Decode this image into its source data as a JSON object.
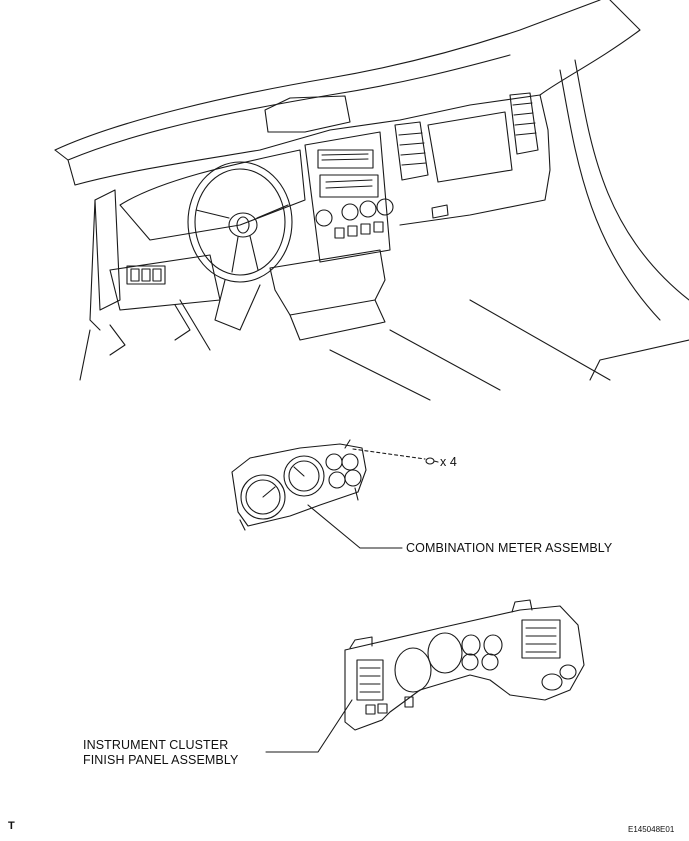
{
  "callouts": {
    "fastener_qty": "x 4",
    "combination_meter": "COMBINATION METER ASSEMBLY",
    "finish_panel_line1": "INSTRUMENT CLUSTER",
    "finish_panel_line2": "FINISH PANEL ASSEMBLY"
  },
  "footer": {
    "corner_mark": "T",
    "figure_id": "E145048E01"
  }
}
